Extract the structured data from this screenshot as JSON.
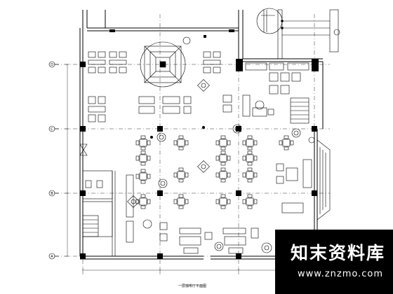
{
  "plan": {
    "caption": "一层咖啡厅平面图",
    "axes_left": [
      "D",
      "C",
      "B",
      "A"
    ]
  },
  "watermark": {
    "title": "知末资料库",
    "url": "www.znzmo.com"
  },
  "colors": {
    "line": "#000000",
    "watermark_bg": "#000000",
    "watermark_text": "#ffffff"
  }
}
